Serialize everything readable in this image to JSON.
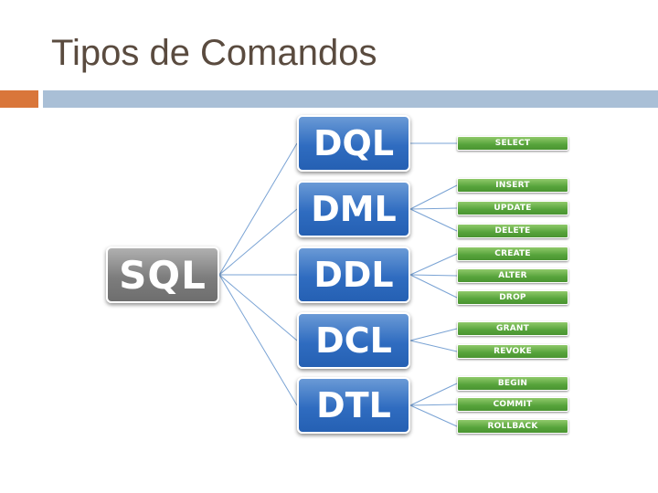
{
  "slide": {
    "title": "Tipos de Comandos"
  },
  "diagram": {
    "root": "SQL",
    "categories": [
      {
        "label": "DQL",
        "commands": [
          "SELECT"
        ]
      },
      {
        "label": "DML",
        "commands": [
          "INSERT",
          "UPDATE",
          "DELETE"
        ]
      },
      {
        "label": "DDL",
        "commands": [
          "CREATE",
          "ALTER",
          "DROP"
        ]
      },
      {
        "label": "DCL",
        "commands": [
          "GRANT",
          "REVOKE"
        ]
      },
      {
        "label": "DTL",
        "commands": [
          "BEGIN",
          "COMMIT",
          "ROLLBACK"
        ]
      }
    ]
  }
}
